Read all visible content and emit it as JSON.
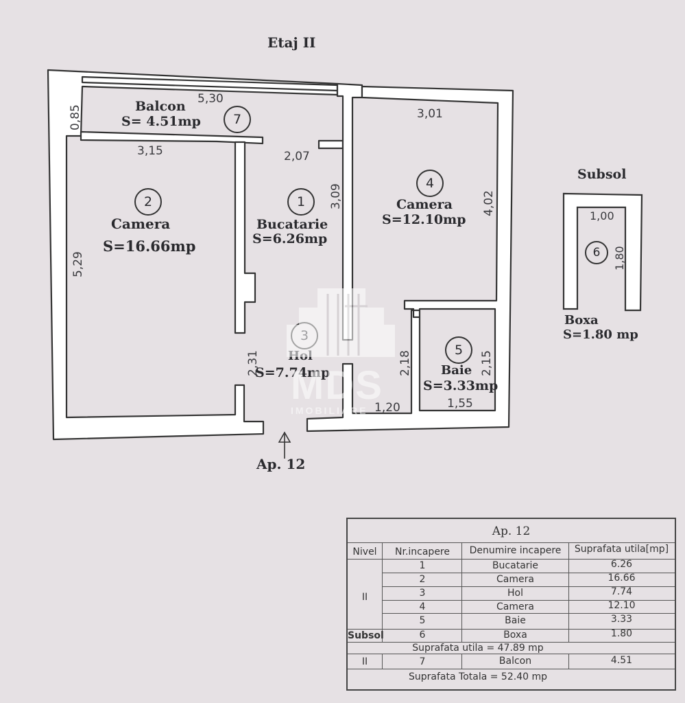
{
  "floor_title": "Etaj II",
  "rooms": [
    {
      "num": "7",
      "name": "Balcon",
      "area": "S=  4.51mp"
    },
    {
      "num": "2",
      "name": "Camera",
      "area": "S=16.66mp"
    },
    {
      "num": "1",
      "name": "Bucatarie",
      "area": "S=6.26mp"
    },
    {
      "num": "4",
      "name": "Camera",
      "area": "S=12.10mp"
    },
    {
      "num": "3",
      "name": "Hol",
      "area": "S=7.74mp"
    },
    {
      "num": "5",
      "name": "Baie",
      "area": "S=3.33mp"
    }
  ],
  "dimensions": {
    "balcon_top": "5,30",
    "balcon_side": "0,85",
    "balcon_inner": "3,15",
    "kitchen_top": "2,07",
    "kitchen_side": "3,09",
    "room4_top": "3,01",
    "room4_side": "4,02",
    "room2_side": "5,29",
    "hol_side": "2,31",
    "hol_bottom": "1,20",
    "hol_right": "2,18",
    "baie_side": "2,15",
    "baie_bottom": "1,55"
  },
  "subsol": {
    "title": "Subsol",
    "room_num": "6",
    "width": "1,00",
    "height": "1,80",
    "name": "Boxa",
    "area": "S=1.80  mp"
  },
  "entrance_label": "Ap.  12",
  "watermark": {
    "brand": "MDS",
    "sub": "IMOBILIARE"
  },
  "table": {
    "title": "Ap. 12",
    "headers": [
      "Nivel",
      "Nr.incapere",
      "Denumire incapere",
      "Suprafata utila[mp]"
    ],
    "level_ii": "II",
    "level_subsol": "Subsol",
    "rows": [
      {
        "nr": "1",
        "name": "Bucatarie",
        "area": "6.26"
      },
      {
        "nr": "2",
        "name": "Camera",
        "area": "16.66"
      },
      {
        "nr": "3",
        "name": "Hol",
        "area": "7.74"
      },
      {
        "nr": "4",
        "name": "Camera",
        "area": "12.10"
      },
      {
        "nr": "5",
        "name": "Baie",
        "area": "3.33"
      },
      {
        "nr": "6",
        "name": "Boxa",
        "area": "1.80"
      }
    ],
    "useful_total": "Suprafata  utila  =  47.89  mp",
    "balcony_row": {
      "level": "II",
      "nr": "7",
      "name": "Balcon",
      "area": "4.51"
    },
    "grand_total": "Suprafata  Totala  =  52.40  mp"
  }
}
